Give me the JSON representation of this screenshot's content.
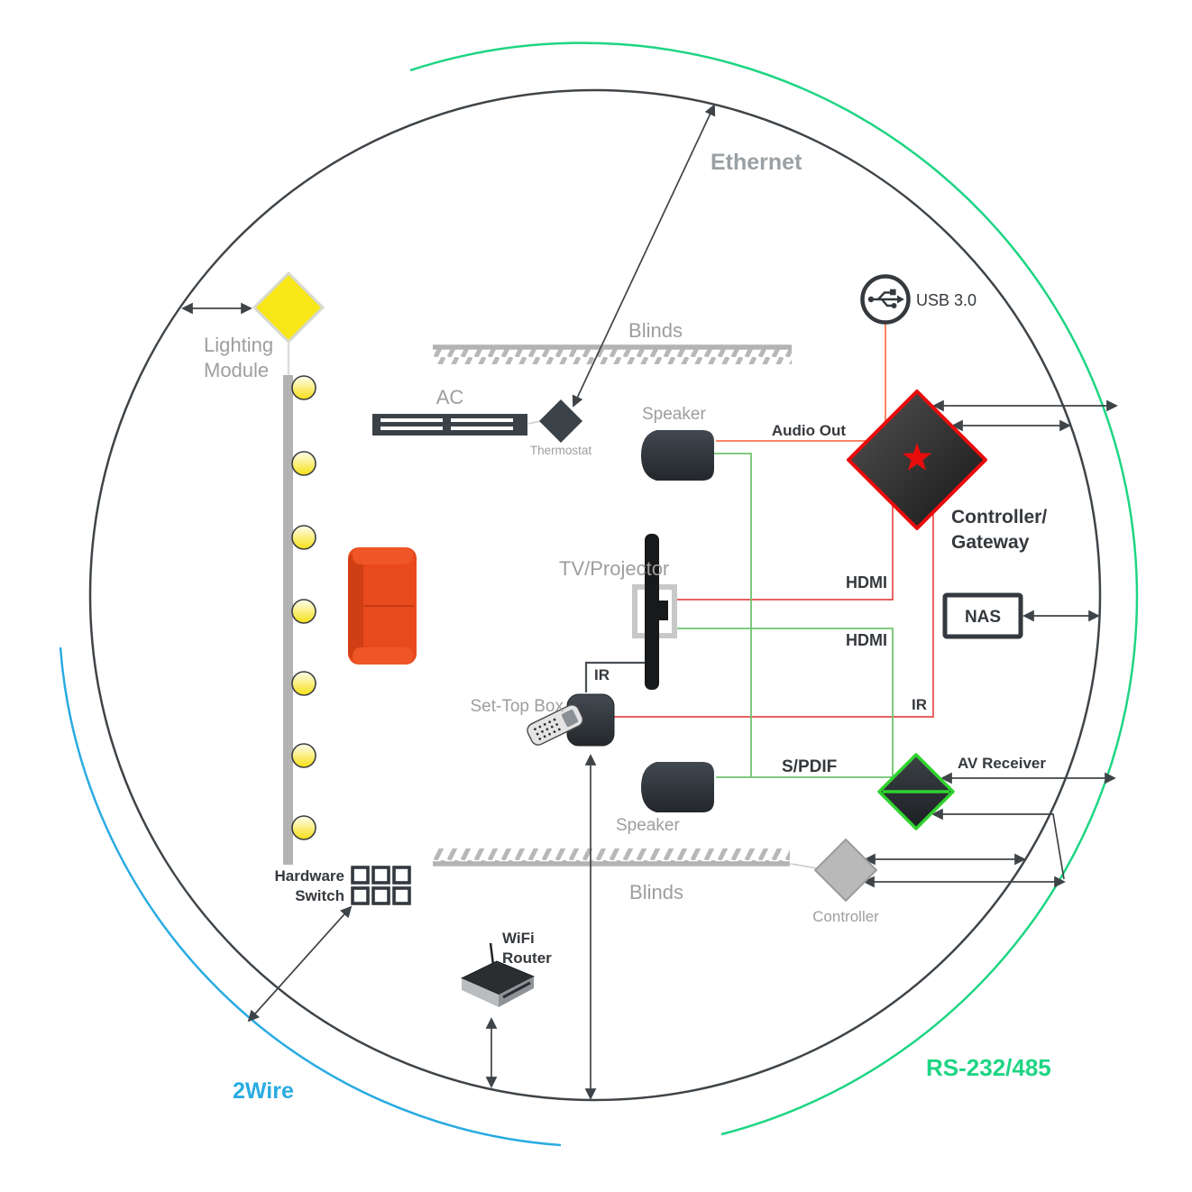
{
  "arcs": {
    "ethernet": "Ethernet",
    "rs232_485": "RS-232/485",
    "two_wire": "2Wire"
  },
  "nodes": {
    "lighting_module": [
      "Lighting",
      "Module"
    ],
    "ac": "AC",
    "thermostat": "Thermostat",
    "blinds_top": "Blinds",
    "blinds_bottom": "Blinds",
    "speaker_top": "Speaker",
    "speaker_bottom": "Speaker",
    "tv_projector": "TV/Projector",
    "set_top_box": "Set-Top Box",
    "usb": "USB 3.0",
    "controller_gateway": [
      "Controller/",
      "Gateway"
    ],
    "nas": "NAS",
    "av_receiver": "AV Receiver",
    "blind_controller": "Controller",
    "hardware_switch": [
      "Hardware",
      "Switch"
    ],
    "wifi_router": [
      "WiFi",
      "Router"
    ]
  },
  "links": {
    "audio_out": "Audio Out",
    "hdmi_to_gateway": "HDMI",
    "hdmi_to_av": "HDMI",
    "ir_tv": "IR",
    "ir_gateway": "IR",
    "spdif": "S/PDIF"
  },
  "colors": {
    "ethernet_ring": "#3f4448",
    "rs232_arc": "#1ed583",
    "two_wire_arc": "#29abe2",
    "power_audio_line": "#ff7450",
    "hdmi_ir_line": "#e84a4a",
    "audio_green_line": "#6fc56f",
    "gateway_accent": "#e80c0c",
    "av_receiver_accent": "#2fd32f",
    "lighting_yellow": "#f7e719",
    "sofa_orange": "#e8491d"
  }
}
